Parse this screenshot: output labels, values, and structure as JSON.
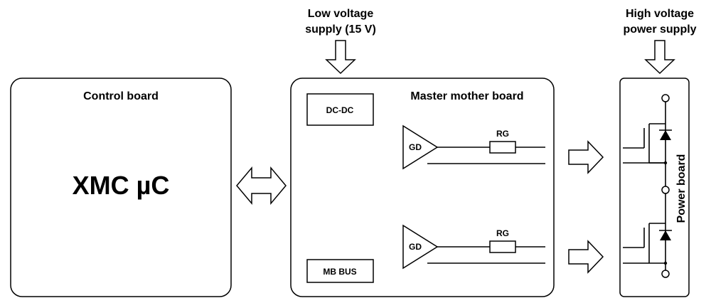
{
  "labels": {
    "low_voltage_line1": "Low voltage",
    "low_voltage_line2": "supply (15 V)",
    "high_voltage_line1": "High voltage",
    "high_voltage_line2": "power supply",
    "control_board": "Control board",
    "mcu": "XMC µC",
    "master_board": "Master mother board",
    "dcdc": "DC-DC",
    "mb_bus": "MB BUS",
    "gd_top": "GD",
    "gd_bottom": "GD",
    "rg_top": "RG",
    "rg_bottom": "RG",
    "power_board": "Power board"
  }
}
